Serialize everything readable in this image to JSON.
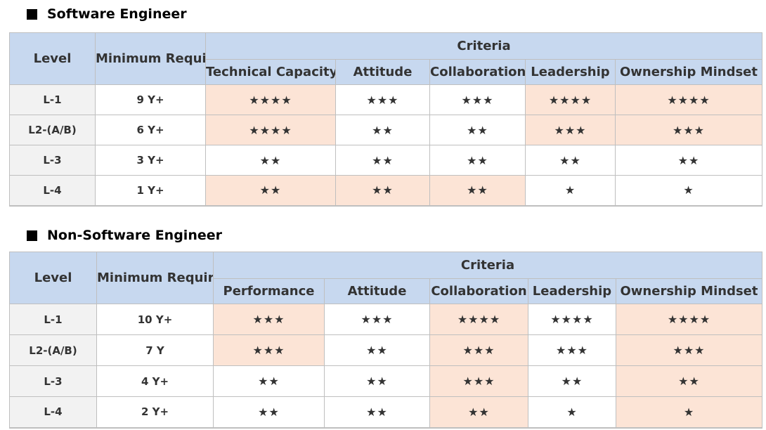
{
  "colors": {
    "header_bg": "#c7d8ef",
    "highlight_bg": "#fce4d6",
    "level_bg": "#f2f2f2",
    "border": "#bfbfbf"
  },
  "icons": {
    "section_marker": "black-square-icon",
    "rating": "star-icon"
  },
  "sections": [
    {
      "title": "Software Engineer",
      "header": {
        "level": "Level",
        "min_req": "Minimum Requirement",
        "criteria": "Criteria",
        "columns": [
          "Technical Capacity",
          "Attitude",
          "Collaboration",
          "Leadership",
          "Ownership Mindset"
        ]
      },
      "rows": [
        {
          "level": "L-1",
          "min_req": "9 Y+",
          "ratings": [
            "★★★★",
            "★★★",
            "★★★",
            "★★★★",
            "★★★★"
          ],
          "highlight": [
            true,
            false,
            false,
            true,
            true
          ]
        },
        {
          "level": "L2-(A/B)",
          "min_req": "6 Y+",
          "ratings": [
            "★★★★",
            "★★",
            "★★",
            "★★★",
            "★★★"
          ],
          "highlight": [
            true,
            false,
            false,
            true,
            true
          ]
        },
        {
          "level": "L-3",
          "min_req": "3 Y+",
          "ratings": [
            "★★",
            "★★",
            "★★",
            "★★",
            "★★"
          ],
          "highlight": [
            false,
            false,
            false,
            false,
            false
          ]
        },
        {
          "level": "L-4",
          "min_req": "1 Y+",
          "ratings": [
            "★★",
            "★★",
            "★★",
            "★",
            "★"
          ],
          "highlight": [
            true,
            true,
            true,
            false,
            false
          ]
        }
      ]
    },
    {
      "title": "Non-Software Engineer",
      "header": {
        "level": "Level",
        "min_req": "Minimum Requirement",
        "criteria": "Criteria",
        "columns": [
          "Performance",
          "Attitude",
          "Collaboration",
          "Leadership",
          "Ownership Mindset"
        ]
      },
      "rows": [
        {
          "level": "L-1",
          "min_req": "10 Y+",
          "ratings": [
            "★★★",
            "★★★",
            "★★★★",
            "★★★★",
            "★★★★"
          ],
          "highlight": [
            true,
            false,
            true,
            false,
            true
          ]
        },
        {
          "level": "L2-(A/B)",
          "min_req": "7 Y",
          "ratings": [
            "★★★",
            "★★",
            "★★★",
            "★★★",
            "★★★"
          ],
          "highlight": [
            true,
            false,
            true,
            false,
            true
          ]
        },
        {
          "level": "L-3",
          "min_req": "4 Y+",
          "ratings": [
            "★★",
            "★★",
            "★★★",
            "★★",
            "★★"
          ],
          "highlight": [
            false,
            false,
            true,
            false,
            true
          ]
        },
        {
          "level": "L-4",
          "min_req": "2 Y+",
          "ratings": [
            "★★",
            "★★",
            "★★",
            "★",
            "★"
          ],
          "highlight": [
            false,
            false,
            true,
            false,
            true
          ]
        }
      ]
    }
  ]
}
